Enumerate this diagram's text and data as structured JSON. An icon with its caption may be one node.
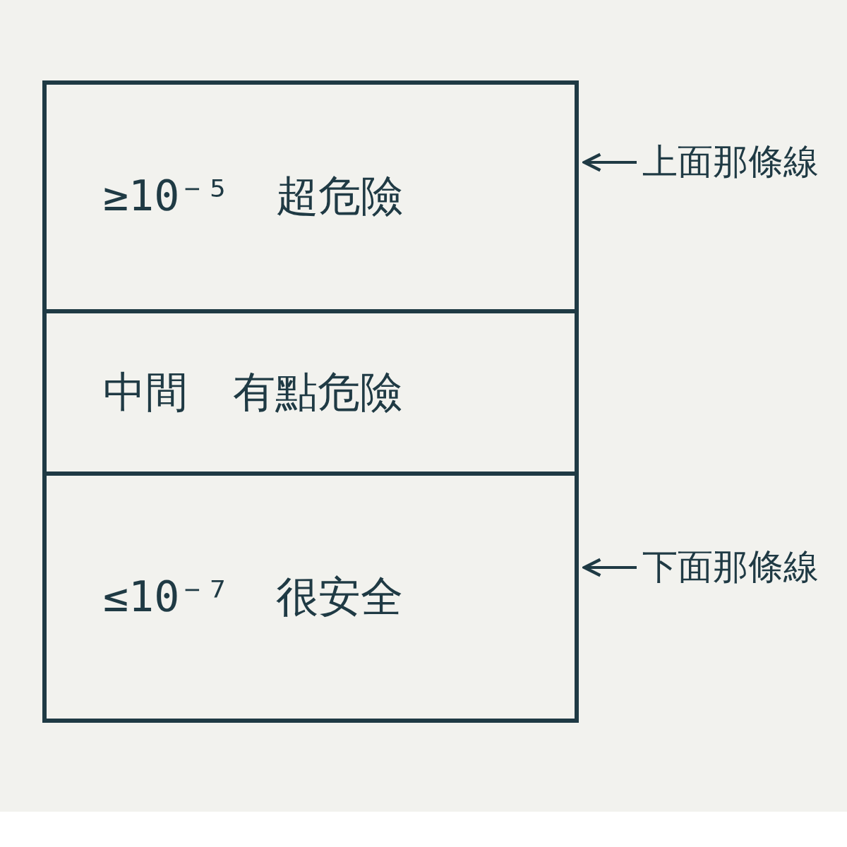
{
  "diagram": {
    "nodes": [
      {
        "text": [
          "≥10⁻⁵",
          "超危險"
        ]
      },
      {
        "text": [
          "中間",
          "有點危險"
        ]
      },
      {
        "text": [
          "≤10⁻⁷",
          "很安全"
        ]
      },
      {
        "text": [
          "上面那條線"
        ]
      },
      {
        "text": [
          "下面那條線"
        ]
      }
    ],
    "edges": [
      {
        "from": 3,
        "to": 0,
        "arrow": "to"
      },
      {
        "from": 4,
        "to": 2,
        "arrow": "to"
      }
    ]
  }
}
